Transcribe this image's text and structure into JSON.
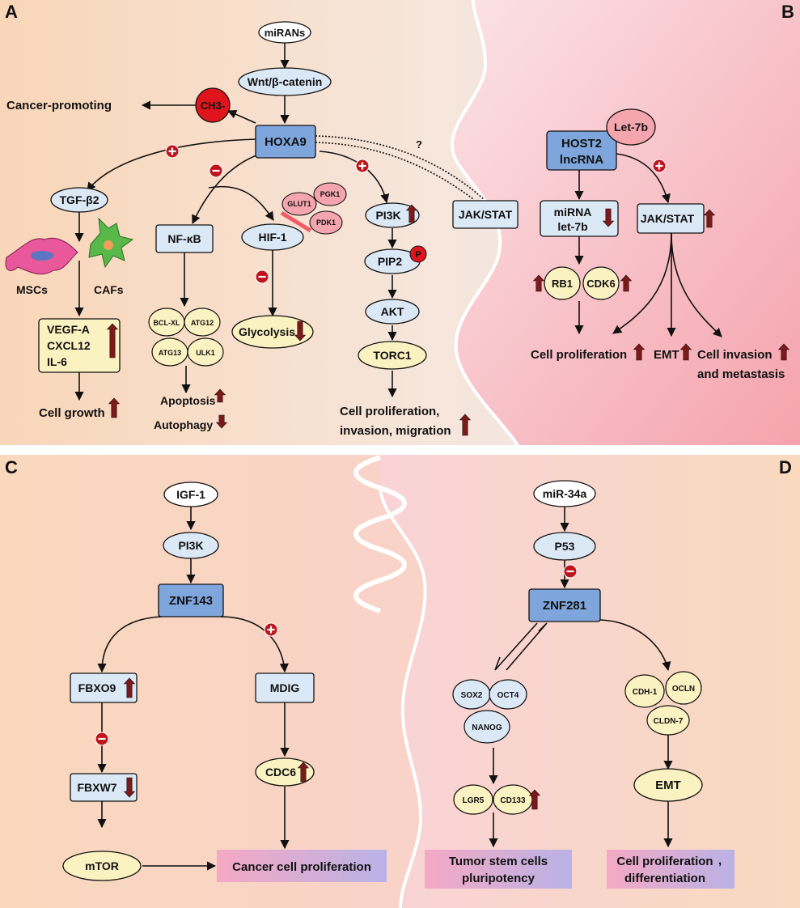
{
  "panels": {
    "a": "A",
    "b": "B",
    "c": "C",
    "d": "D"
  },
  "colors": {
    "blue_box": "#7ea6dc",
    "light_blue": "#dbe8f6",
    "yellow": "#fbf2c2",
    "pink_node": "#f4a5ae",
    "red_marker": "#c0141c",
    "arrow_up_down": "#7b1a1a"
  },
  "icons": [
    "msc-cell-icon",
    "caf-cell-icon",
    "plus-marker-icon",
    "minus-marker-icon",
    "up-arrow-icon",
    "down-arrow-icon",
    "phospho-icon"
  ],
  "panel_a": {
    "mirans": "miRANs",
    "wnt": "Wnt/β-catenin",
    "cancer_promoting": "Cancer-promoting",
    "ch3": "CH3-",
    "hoxa9": "HOXA9",
    "question": "?",
    "tgf": "TGF-β2",
    "msc": "MSCs",
    "caf": "CAFs",
    "vegf": "VEGF-A",
    "cxcl12": "CXCL12",
    "il6": "IL-6",
    "cell_growth": "Cell growth",
    "nfkb": "NF-κB",
    "bclxl": "BCL-XL",
    "atg12": "ATG12",
    "atg13": "ATG13",
    "ulk1": "ULK1",
    "apoptosis": "Apoptosis",
    "autophagy": "Autophagy",
    "hif1": "HIF-1",
    "glut1": "GLUT1",
    "pgk1": "PGK1",
    "pdk1": "PDK1",
    "glycolysis": "Glycolysis",
    "pi3k": "PI3K",
    "pip2": "PIP2",
    "p": "P",
    "akt": "AKT",
    "torc1": "TORC1",
    "prolif_1": "Cell proliferation,",
    "prolif_2": "invasion, migration",
    "jakstat": "JAK/STAT"
  },
  "panel_b": {
    "let7b": "Let-7b",
    "host2_1": "HOST2",
    "host2_2": "lncRNA",
    "mirna_1": "miRNA",
    "mirna_2": "let-7b",
    "jakstat": "JAK/STAT",
    "rb1": "RB1",
    "cdk6": "CDK6",
    "cell_prolif": "Cell proliferation",
    "emt": "EMT",
    "invasion_1": "Cell invasion",
    "invasion_2": "and metastasis"
  },
  "panel_c": {
    "igf1": "IGF-1",
    "pi3k": "PI3K",
    "znf143": "ZNF143",
    "fbxo9": "FBXO9",
    "mdig": "MDIG",
    "fbxw7": "FBXW7",
    "cdc6": "CDC6",
    "mtor": "mTOR",
    "cancer_prolif": "Cancer cell proliferation"
  },
  "panel_d": {
    "mir34a": "miR-34a",
    "p53": "P53",
    "znf281": "ZNF281",
    "sox2": "SOX2",
    "oct4": "OCT4",
    "nanog": "NANOG",
    "cdh1": "CDH-1",
    "ocln": "OCLN",
    "cldn7": "CLDN-7",
    "lgr5": "LGR5",
    "cd133": "CD133",
    "emt": "EMT",
    "tumor_1": "Tumor stem cells",
    "tumor_2": "pluripotency",
    "prolif_1": "Cell proliferation",
    "prolif_2": "differentiation"
  }
}
